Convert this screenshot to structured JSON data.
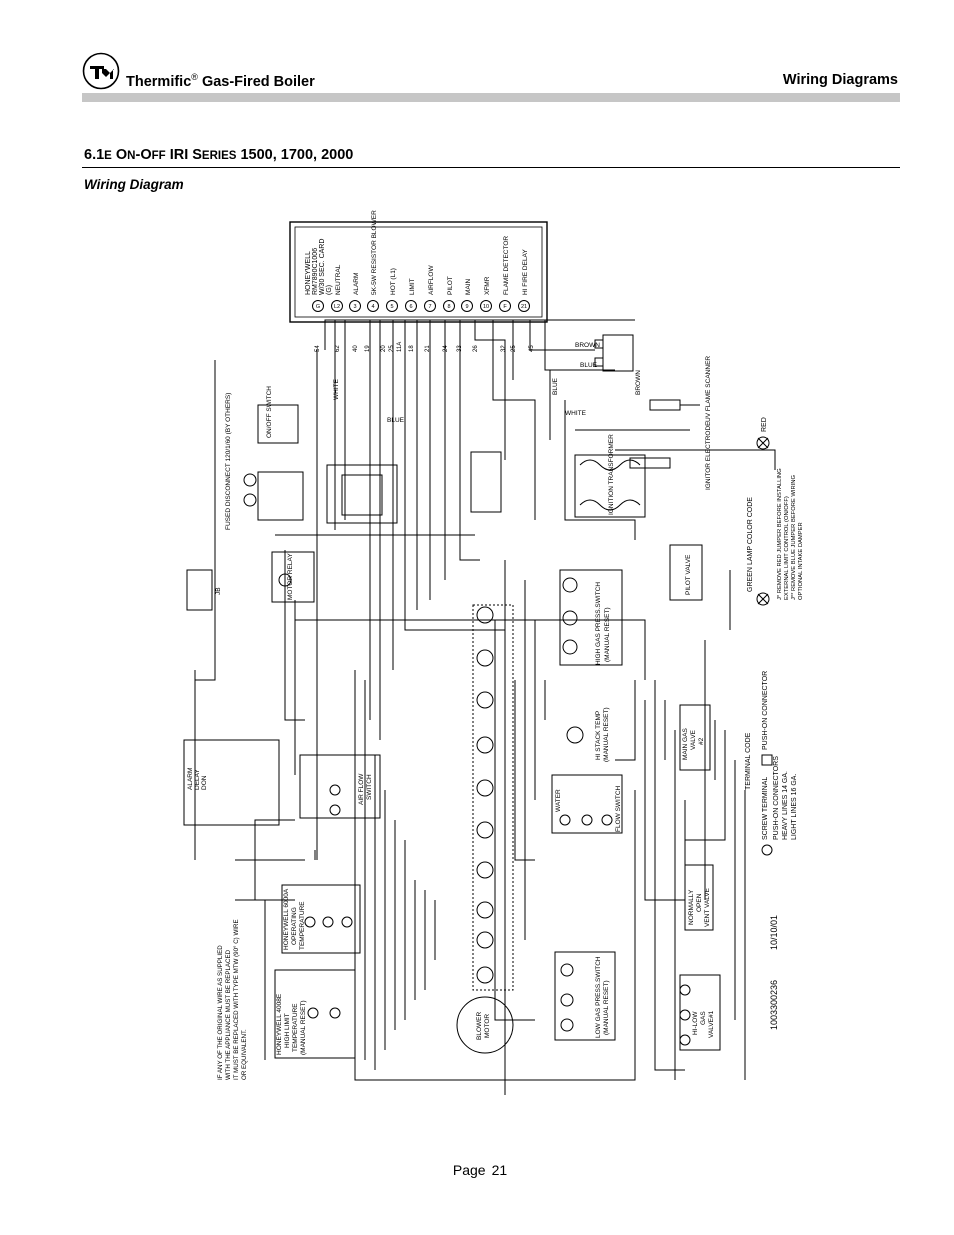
{
  "header": {
    "brand": "Thermific",
    "registered_mark": "®",
    "title_rest": "Gas-Fired Boiler",
    "section_name": "Wiring Diagrams"
  },
  "section": {
    "number_prefix": "6.1",
    "e_letter": "E",
    "word1_cap": "O",
    "word1_rest": "N",
    "dash": "-",
    "word2_cap": "O",
    "word2_rest": "FF",
    "iri": "IRI",
    "series_cap": "S",
    "series_rest": "ERIES",
    "models": "1500, 1700, 2000"
  },
  "subtitle": "Wiring Diagram",
  "diagram": {
    "control_module": {
      "lines": [
        "HONEYWELL",
        "RM7890C1006",
        "W/30 SEC. CARD",
        "(G)"
      ],
      "terminals": [
        {
          "num": "G",
          "label": ""
        },
        {
          "num": "L2",
          "label": "NEUTRAL"
        },
        {
          "num": "3",
          "label": "ALARM"
        },
        {
          "num": "4",
          "label": "5K-5W RESISTOR BLOWER"
        },
        {
          "num": "5",
          "label": "HOT (L1)"
        },
        {
          "num": "6",
          "label": "LIMIT"
        },
        {
          "num": "7",
          "label": "AIRFLOW"
        },
        {
          "num": "8",
          "label": "PILOT"
        },
        {
          "num": "9",
          "label": "MAIN"
        },
        {
          "num": "10",
          "label": "XFMR"
        },
        {
          "num": "F",
          "label": "FLAME DETECTOR"
        },
        {
          "num": "21",
          "label": "HI FIRE DELAY"
        }
      ],
      "wire_numbers": [
        "54",
        "62",
        "40",
        "19",
        "20",
        "25",
        "11A",
        "18",
        "21",
        "24",
        "33",
        "26",
        "32",
        "25",
        "45"
      ]
    },
    "wire_colors": [
      "WHITE",
      "BLUE",
      "BROWN",
      "BLUE",
      "BROWN",
      "BLUE",
      "WHITE"
    ],
    "components": {
      "uv_scanner": "UV FLAME SCANNER",
      "ignitor": "IGNITOR ELECTRODE",
      "ignition_transformer": "IGNITION TRANSFORMER",
      "on_off_switch": "ON/OFF SWITCH",
      "fused_disconnect": "FUSED DISCONNECT 120/1/60 (BY OTHERS)",
      "motor_relay": "MOTOR RELAY",
      "jb": "JB",
      "pilot_valve": "PILOT VALVE",
      "high_gas_switch": [
        "HIGH GAS PRESS.SWITCH",
        "(MANUAL RESET)"
      ],
      "main_gas_valve": [
        "MAIN GAS",
        "VALVE",
        "#2"
      ],
      "hi_stack_temp": [
        "HI STACK TEMP",
        "(MANUAL RESET)"
      ],
      "water_flow_switch": [
        "WATER",
        "FLOW SWITCH"
      ],
      "air_flow_switch": [
        "AIR FLOW",
        "SWITCH"
      ],
      "alarm_delay": [
        "ALARM",
        "DELAY",
        "DON"
      ],
      "operating_temp": [
        "HONEYWELL 6000A",
        "OPERATING",
        "TEMPERATURE"
      ],
      "high_limit": [
        "HONEYWELL 4008E",
        "HIGH LIMIT",
        "TEMPERATURE",
        "(MANUAL RESET)"
      ],
      "blower_motor": [
        "BLOWER",
        "MOTOR"
      ],
      "low_gas_switch": [
        "LOW GAS PRESS.SWITCH",
        "(MANUAL RESET)"
      ],
      "hi_low_gas_valve": [
        "HI-LOW",
        "GAS",
        "VALVE#1"
      ],
      "vent_valve": [
        "NORMALLY",
        "OPEN",
        "VENT VALVE"
      ]
    },
    "lamp_color_code": {
      "title": "LAMP COLOR CODE",
      "red": "RED",
      "green": "GREEN",
      "notes": [
        "J* REMOVE RED JUMPER BEFORE INSTALLING",
        "EXTERNAL LIMIT CONTROL (ON/OFF)",
        "J** REMOVE BLUE JUMPER BEFORE WIRING",
        "OPTIONAL INTAKE DAMPER"
      ]
    },
    "terminal_code": {
      "title": "TERMINAL CODE",
      "screw": "SCREW TERMINAL",
      "push_on": "PUSH-ON CONNECTOR",
      "push_on_connectors": "PUSH-ON CONNECTORS",
      "heavy": "HEAVY LINES 14 GA.",
      "light": "LIGHT LINES 16 GA."
    },
    "warning": [
      "IF ANY OF THE ORIGINAL WIRE AS SUPPLIED",
      "WITH THE APPLIANCE MUST BE REPLACED",
      "IT MUST BE REPLACED WITH TYPE MTW (90° C) WIRE",
      "OR EQUIVALENT."
    ],
    "drawing_number": "1003300236",
    "date": "10/10/01"
  },
  "footer": {
    "label": "Page",
    "number": "21"
  }
}
